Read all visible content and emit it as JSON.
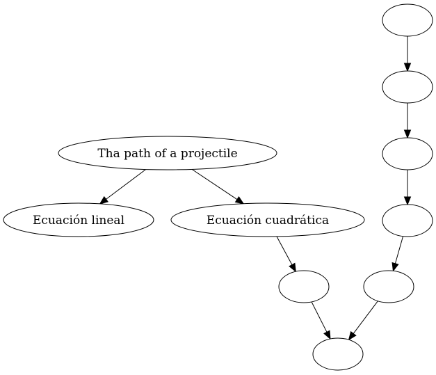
{
  "graph": {
    "nodes": [
      {
        "id": "projectile",
        "label": "Tha path of a projectile"
      },
      {
        "id": "lineal",
        "label": "Ecuación lineal"
      },
      {
        "id": "cuadratica",
        "label": "Ecuación cuadrática"
      },
      {
        "id": "blank_c1",
        "label": ""
      },
      {
        "id": "blank_c2",
        "label": ""
      },
      {
        "id": "blank_c3",
        "label": ""
      },
      {
        "id": "blank_c4",
        "label": ""
      },
      {
        "id": "blank_c5",
        "label": ""
      },
      {
        "id": "blank_left",
        "label": ""
      },
      {
        "id": "blank_bottom",
        "label": ""
      }
    ],
    "edges": [
      {
        "from": "projectile",
        "to": "lineal"
      },
      {
        "from": "projectile",
        "to": "cuadratica"
      },
      {
        "from": "cuadratica",
        "to": "blank_left"
      },
      {
        "from": "blank_c1",
        "to": "blank_c2"
      },
      {
        "from": "blank_c2",
        "to": "blank_c3"
      },
      {
        "from": "blank_c3",
        "to": "blank_c4"
      },
      {
        "from": "blank_c4",
        "to": "blank_c5"
      },
      {
        "from": "blank_left",
        "to": "blank_bottom"
      },
      {
        "from": "blank_c5",
        "to": "blank_bottom"
      }
    ]
  },
  "colors": {
    "stroke": "#000000",
    "fill": "#ffffff",
    "background": "#ffffff"
  }
}
